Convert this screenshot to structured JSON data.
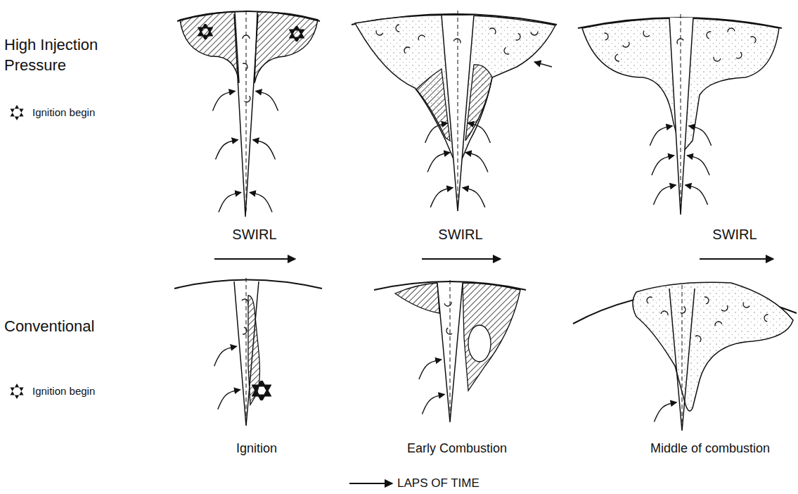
{
  "diagram": {
    "labels": [
      "High Injection Pressure",
      "SWIRL",
      "SWIRL",
      "SWIRL",
      "Conventional",
      "Ignition",
      "Early Combustion",
      "Middle of combustion",
      "LAPS OF TIME"
    ],
    "legend": [
      {
        "text": "Ignition begin"
      },
      {
        "text": "Ignition begin"
      }
    ]
  }
}
